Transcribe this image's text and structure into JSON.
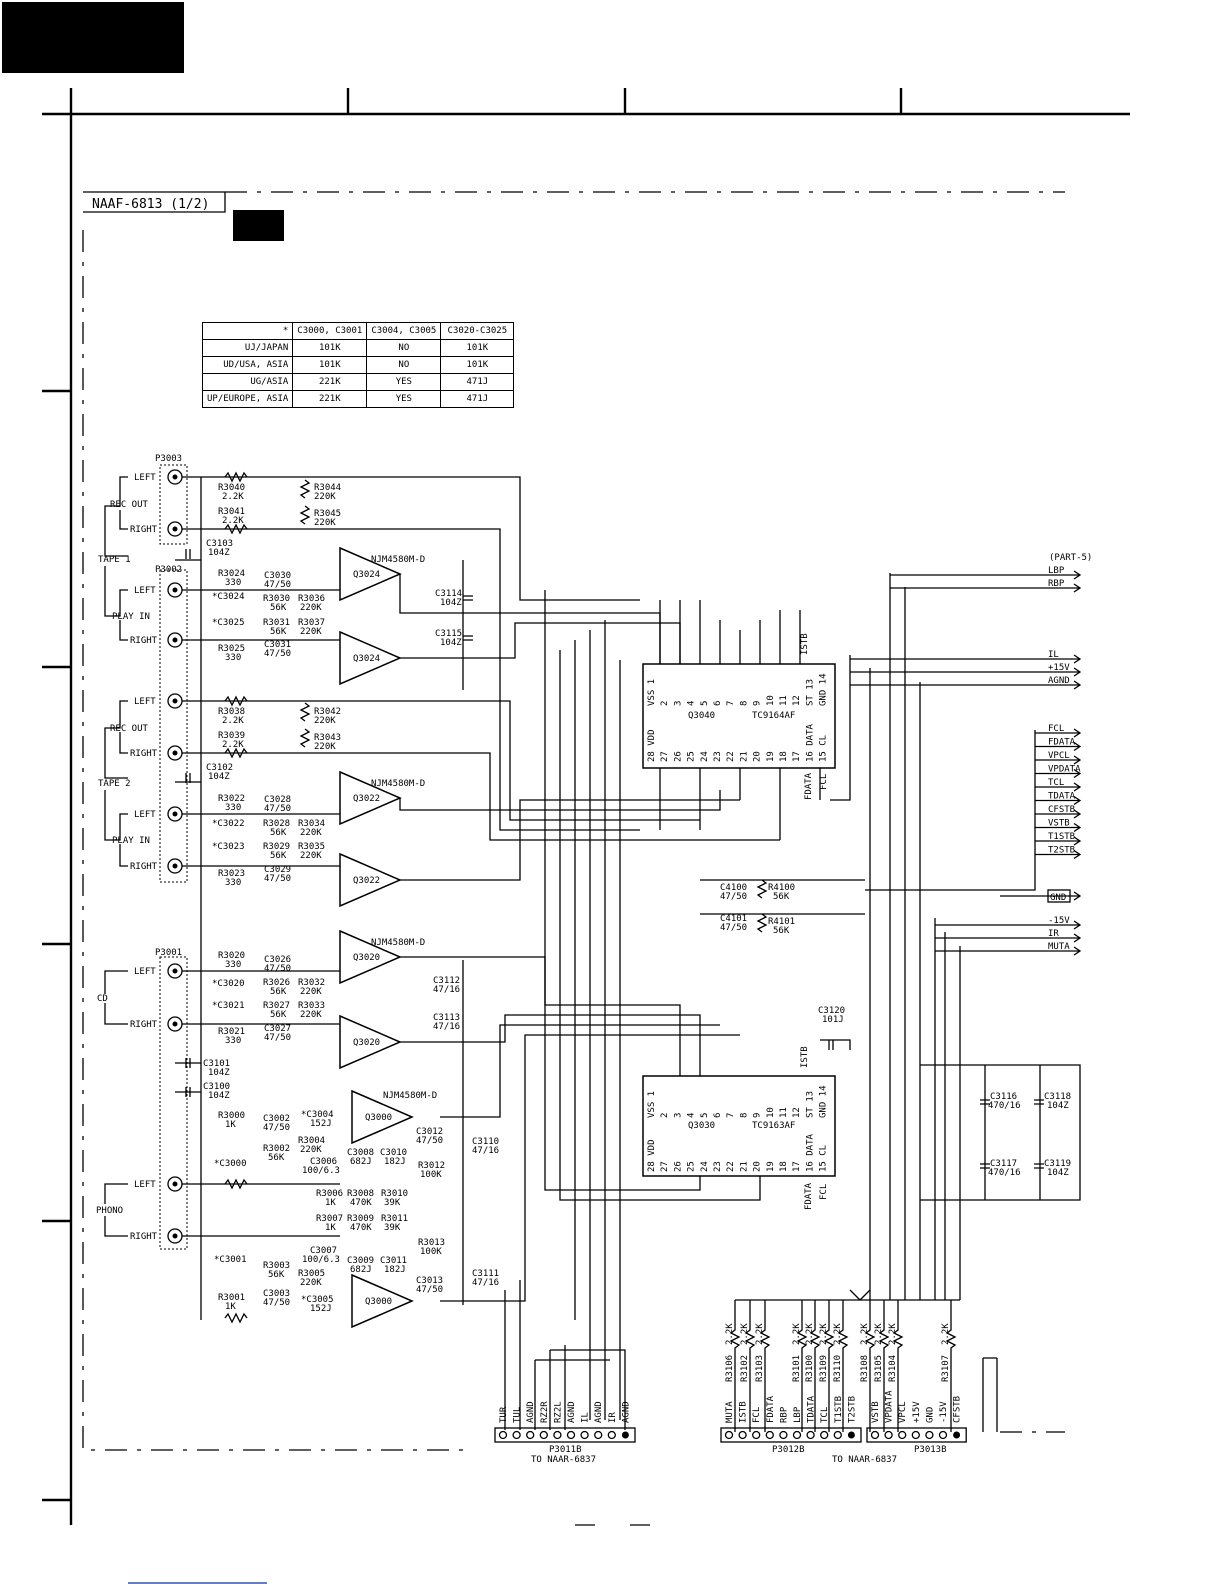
{
  "board_title": "NAAF-6813 (1/2)",
  "variant_table": {
    "headers": [
      "*",
      "C3000, C3001",
      "C3004, C3005",
      "C3020-C3025"
    ],
    "rows": [
      [
        "UJ/JAPAN",
        "101K",
        "NO",
        "101K"
      ],
      [
        "UD/USA, ASIA",
        "101K",
        "NO",
        "101K"
      ],
      [
        "UG/ASIA",
        "221K",
        "YES",
        "471J"
      ],
      [
        "UP/EUROPE, ASIA",
        "221K",
        "YES",
        "471J"
      ]
    ]
  },
  "jacks": {
    "p3003": "P3003",
    "p3002": "P3002",
    "p3001": "P3001",
    "left": "LEFT",
    "right": "RIGHT",
    "rec_out": "REC OUT",
    "play_in": "PLAY IN",
    "tape1": "TAPE 1",
    "tape2": "TAPE 2",
    "cd": "CD",
    "phono": "PHONO"
  },
  "ics": {
    "q3040": {
      "ref": "Q3040",
      "part": "TC9164AF"
    },
    "q3030": {
      "ref": "Q3030",
      "part": "TC9163AF"
    },
    "opamp": "NJM4580M-D",
    "q3024": "Q3024",
    "q3022": "Q3022",
    "q3020": "Q3020",
    "q3000": "Q3000",
    "top_pins": [
      "VSS 1",
      "2",
      "3",
      "4",
      "5",
      "6",
      "7",
      "8",
      "9",
      "10",
      "11",
      "12",
      "ST 13",
      "GND 14"
    ],
    "bottom_pins": [
      "28 VDD",
      "27",
      "26",
      "25",
      "24",
      "23",
      "22",
      "21",
      "20",
      "19",
      "18",
      "17",
      "16 DATA",
      "15 CL"
    ],
    "istb": "ISTB",
    "fdata": "FDATA",
    "fcl": "FCL"
  },
  "components": {
    "r3040": "R3040",
    "r3040v": "2.2K",
    "r3041": "R3041",
    "r3041v": "2.2K",
    "r3044": "R3044",
    "r3044v": "220K",
    "r3045": "R3045",
    "r3045v": "220K",
    "c3103": "C3103",
    "c3103v": "104Z",
    "r3024": "R3024",
    "r3024v": "330",
    "c3024": "*C3024",
    "c3030": "C3030",
    "c3030v": "47/50",
    "r3030": "R3030",
    "r3030v": "56K",
    "r3036": "R3036",
    "r3036v": "220K",
    "c3025": "*C3025",
    "r3031": "R3031",
    "r3031v": "56K",
    "r3037": "R3037",
    "r3037v": "220K",
    "r3025": "R3025",
    "r3025v": "330",
    "c3031": "C3031",
    "c3031v": "47/50",
    "c3114": "C3114",
    "c3114v": "104Z",
    "c3115": "C3115",
    "c3115v": "104Z",
    "r3038": "R3038",
    "r3038v": "2.2K",
    "r3039": "R3039",
    "r3039v": "2.2K",
    "r3042": "R3042",
    "r3042v": "220K",
    "r3043": "R3043",
    "r3043v": "220K",
    "c3102": "C3102",
    "c3102v": "104Z",
    "r3022": "R3022",
    "r3022v": "330",
    "c3022": "*C3022",
    "c3028": "C3028",
    "c3028v": "47/50",
    "r3028": "R3028",
    "r3028v": "56K",
    "r3034": "R3034",
    "r3034v": "220K",
    "c3023": "*C3023",
    "r3029": "R3029",
    "r3029v": "56K",
    "r3035": "R3035",
    "r3035v": "220K",
    "r3023": "R3023",
    "r3023v": "330",
    "c3029": "C3029",
    "c3029v": "47/50",
    "c4100": "C4100",
    "c4100v": "47/50",
    "r4100": "R4100",
    "r4100v": "56K",
    "c4101": "C4101",
    "c4101v": "47/50",
    "r4101": "R4101",
    "r4101v": "56K",
    "r3020": "R3020",
    "r3020v": "330",
    "c3020": "*C3020",
    "c3026": "C3026",
    "c3026v": "47/50",
    "r3026": "R3026",
    "r3026v": "56K",
    "r3032": "R3032",
    "r3032v": "220K",
    "c3021": "*C3021",
    "r3027": "R3027",
    "r3027v": "56K",
    "r3033": "R3033",
    "r3033v": "220K",
    "r3021": "R3021",
    "r3021v": "330",
    "c3027": "C3027",
    "c3027v": "47/50",
    "c3112": "C3112",
    "c3112v": "47/16",
    "c3113": "C3113",
    "c3113v": "47/16",
    "c3120": "C3120",
    "c3120v": "101J",
    "c3101": "C3101",
    "c3101v": "104Z",
    "c3100": "C3100",
    "c3100v": "104Z",
    "r3000": "R3000",
    "r3000v": "1K",
    "c3002": "C3002",
    "c3002v": "47/50",
    "c3004": "*C3004",
    "c3004v": "152J",
    "r3004": "R3004",
    "r3004v": "220K",
    "r3002": "R3002",
    "r3002v": "56K",
    "c3000": "*C3000",
    "c3006": "C3006",
    "c3006v": "100/6.3",
    "c3008": "C3008",
    "c3008v": "682J",
    "c3010": "C3010",
    "c3010v": "182J",
    "c3012": "C3012",
    "c3012v": "47/50",
    "r3012": "R3012",
    "r3012v": "100K",
    "c3110": "C3110",
    "c3110v": "47/16",
    "r3006": "R3006",
    "r3006v": "1K",
    "r3008": "R3008",
    "r3008v": "470K",
    "r3010": "R3010",
    "r3010v": "39K",
    "r3007": "R3007",
    "r3007v": "1K",
    "r3009": "R3009",
    "r3009v": "470K",
    "r3011": "R3011",
    "r3011v": "39K",
    "c3007": "C3007",
    "c3007v": "100/6.3",
    "c3009": "C3009",
    "c3009v": "682J",
    "c3011": "C3011",
    "c3011v": "182J",
    "r3013": "R3013",
    "r3013v": "100K",
    "c3001": "*C3001",
    "r3003": "R3003",
    "r3003v": "56K",
    "r3005": "R3005",
    "r3005v": "220K",
    "r3001": "R3001",
    "r3001v": "1K",
    "c3003": "C3003",
    "c3003v": "47/50",
    "c3005": "*C3005",
    "c3005v": "152J",
    "c3013": "C3013",
    "c3013v": "47/50",
    "c3111": "C3111",
    "c3111v": "47/16",
    "c3116": "C3116",
    "c3116v": "470/16",
    "c3118": "C3118",
    "c3118v": "104Z",
    "c3117": "C3117",
    "c3117v": "470/16",
    "c3119": "C3119",
    "c3119v": "104Z"
  },
  "right_signals": {
    "part5": "(PART-5)",
    "group1": [
      "LBP",
      "RBP"
    ],
    "group2": [
      "IL",
      "+15V",
      "AGND"
    ],
    "group3": [
      "FCL",
      "FDATA",
      "VPCL",
      "VPDATA",
      "TCL",
      "TDATA",
      "CFSTB",
      "VSTB",
      "T1STB",
      "T2STB"
    ],
    "gnd": "GND",
    "group4": [
      "-15V",
      "IR",
      "MUTA"
    ]
  },
  "bottom_resistors": {
    "values": [
      "2.2K",
      "2.2K",
      "2.2K",
      "2.2K",
      "2.2K",
      "2.2K",
      "2.2K",
      "2.2K",
      "2.2K",
      "2.2K",
      "2.2K"
    ],
    "refs": [
      "R3106",
      "R3102",
      "R3103",
      "R3101",
      "R3100",
      "R3109",
      "R3110",
      "R3108",
      "R3105",
      "R3104",
      "R3107"
    ]
  },
  "connectors": {
    "p3011b": {
      "ref": "P3011B",
      "dest": "TO NAAR-6837",
      "pins": [
        "TUR",
        "TUL",
        "AGND",
        "RZ2R",
        "RZ2L",
        "AGND",
        "IL",
        "AGND",
        "IR",
        "AGND"
      ]
    },
    "p3012b": {
      "ref": "P3012B",
      "dest": "TO NAAR-6837",
      "pins": [
        "MUTA",
        "ISTB",
        "FCL",
        "FDATA",
        "RBP",
        "LBP",
        "TDATA",
        "TCL",
        "T1STB",
        "T2STB"
      ]
    },
    "p3013b": {
      "ref": "P3013B",
      "pins": [
        "VSTB",
        "VPDATA",
        "VPCL",
        "+15V",
        "GND",
        "-15V",
        "CFSTB"
      ]
    }
  }
}
